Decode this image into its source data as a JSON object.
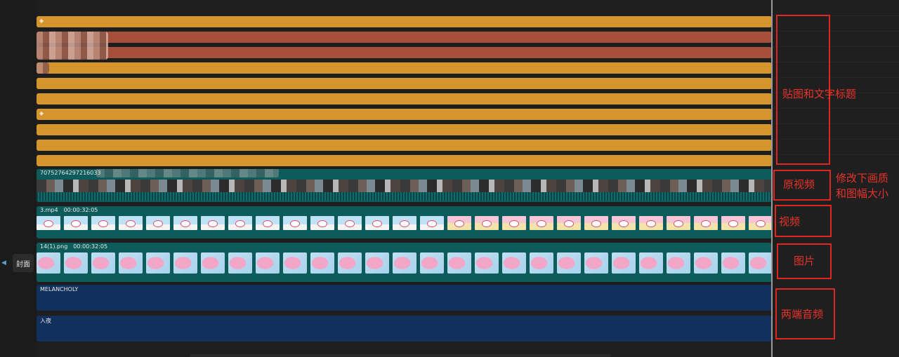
{
  "side": {
    "cover_label": "封面"
  },
  "tracks": {
    "original_video": {
      "label": "70752764297216033"
    },
    "video": {
      "filename": "3.mp4",
      "duration": "00:00:32:05"
    },
    "image": {
      "filename": "14(1).png",
      "duration": "00:00:32:05"
    },
    "audio": [
      {
        "label": "MELANCHOLY"
      },
      {
        "label": "入夜"
      }
    ]
  },
  "annotations": {
    "stickers_titles": "贴图和文字标题",
    "original_video": "原视频",
    "quality_note_line1": "修改下画质",
    "quality_note_line2": "和图幅大小",
    "video": "视频",
    "image": "图片",
    "audio": "两端音频"
  },
  "colors": {
    "sticker_track": "#d4962c",
    "sticker_track_alt": "#a54f3a",
    "video_track": "#0e5b5c",
    "audio_track": "#12305c",
    "annotation_red": "#e0261f",
    "playhead": "#9a9a9a"
  }
}
